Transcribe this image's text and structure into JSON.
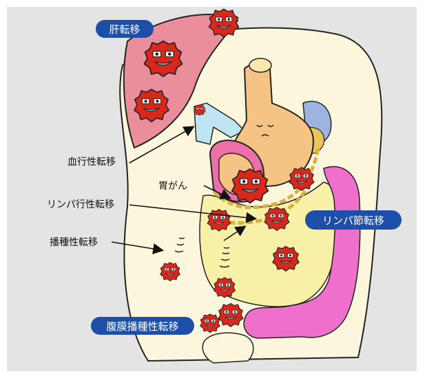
{
  "labels": {
    "liver_metastasis": "肝転移",
    "hematogenous": "血行性転移",
    "gastric_cancer": "胃がん",
    "lymphatic": "リンパ行性転移",
    "lymph_node_metastasis": "リンパ節転移",
    "dissemination": "播種性転移",
    "peritoneal_dissemination": "腹膜播種性転移"
  },
  "colors": {
    "background_panel": "#e4e4e4",
    "abdomen_fill": "#fbf6dc",
    "liver": "#ea8e9c",
    "stomach": "#f5c383",
    "intestine": "#f7f0a6",
    "colon": "#ee6fcc",
    "blood_vessel": "#bfe5f3",
    "spleen": "#9db3e0",
    "lymph_chain": "#d9b23e",
    "tumor": "#d8271c",
    "tag_fill": "#1d4fa8",
    "tag_text": "#ffffff"
  },
  "icons": [
    "tumor-cell-icon",
    "arrow-icon",
    "lymph-node-chain"
  ]
}
